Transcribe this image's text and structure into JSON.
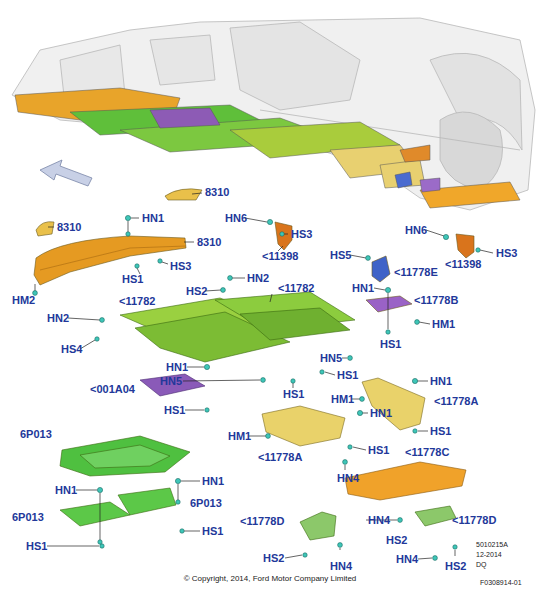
{
  "diagram": {
    "caption": "© Copyright, 2014, Ford Motor Company Limited",
    "labels": [
      "8310",
      "8310",
      "HN1",
      "8310",
      "HN6",
      "HS3",
      "<11398",
      "HN6",
      "<11398",
      "HS3",
      "HS5",
      "<11778E",
      "HS3",
      "HN2",
      "HS2",
      "<11782",
      "<11782",
      "HN1",
      "<11778B",
      "HM2",
      "HS1",
      "HN2",
      "HM1",
      "HS4",
      "HS1",
      "HN5",
      "HN1",
      "HS1",
      "<001A04",
      "HN5",
      "HN1",
      "HS1",
      "HM1",
      "HS1",
      "HN1",
      "<11778A",
      "HM1",
      "HS1",
      "HS1",
      "<11778A",
      "<11778C",
      "6P013",
      "HN4",
      "HN1",
      "HN1",
      "6P013",
      "<11778D",
      "HN4",
      "<11778D",
      "6P013",
      "HS1",
      "HS2",
      "HS1",
      "HS2",
      "HN4",
      "HN4",
      "HS2",
      "5010215A",
      "12-2014",
      "DQ",
      "F0308914-01"
    ]
  }
}
